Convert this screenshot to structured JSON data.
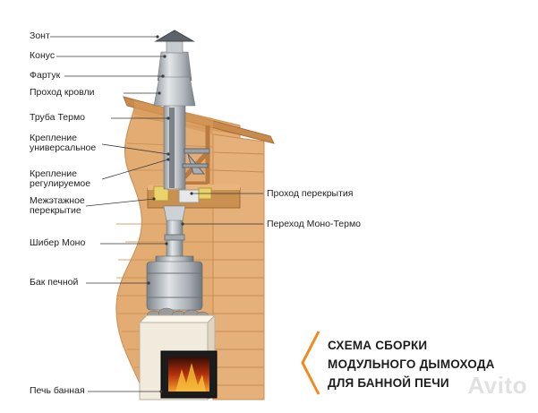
{
  "labels_left": [
    {
      "id": "umbrella",
      "text": "Зонт"
    },
    {
      "id": "cone",
      "text": "Конус"
    },
    {
      "id": "apron",
      "text": "Фартук"
    },
    {
      "id": "roof_pass",
      "text": "Проход кровли"
    },
    {
      "id": "thermo_pipe",
      "text": "Труба Термо"
    },
    {
      "id": "universal_mount",
      "text": "Крепление универсальное"
    },
    {
      "id": "adjustable_mount",
      "text": "Крепление регулируемое"
    },
    {
      "id": "floor_ceiling",
      "text": "Межэтажное перекрытие"
    },
    {
      "id": "damper",
      "text": "Шибер  Моно"
    },
    {
      "id": "tank",
      "text": "Бак печной"
    },
    {
      "id": "stove",
      "text": "Печь банная"
    }
  ],
  "labels_right": [
    {
      "id": "ceiling_pass",
      "text": "Проход перекрытия"
    },
    {
      "id": "adapter",
      "text": "Переход Моно-Термо"
    }
  ],
  "title_lines": [
    "СХЕМА СБОРКИ",
    "МОДУЛЬНОГО ДЫМОХОДА",
    "ДЛЯ БАННОЙ ПЕЧИ"
  ],
  "watermark": "Avito",
  "colors": {
    "accent": "#f08a1c",
    "wood_light": "#e8b47a",
    "wood_dark": "#c98a4b",
    "pipe": "#b9bfc4",
    "stove_body": "#f2ece0"
  }
}
